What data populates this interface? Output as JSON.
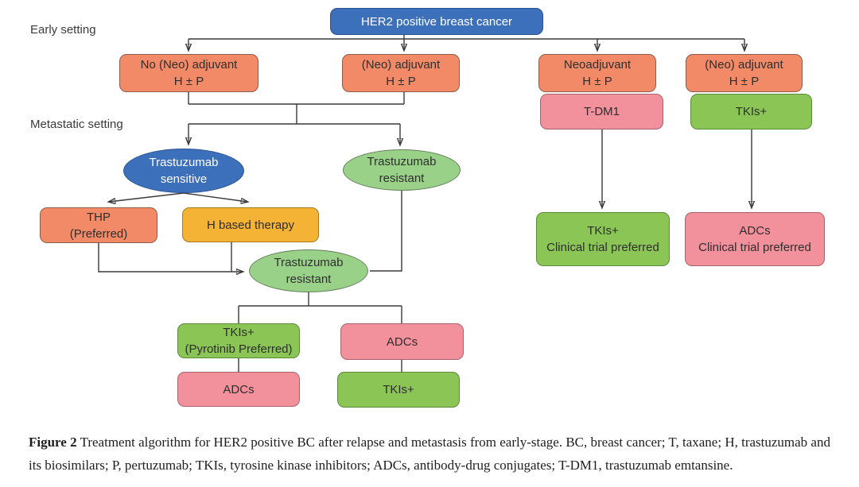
{
  "labels": {
    "early_setting": "Early setting",
    "metastatic_setting": "Metastatic setting"
  },
  "nodes": {
    "her2_root": {
      "text": "HER2 positive breast cancer"
    },
    "no_neo_adjuvant": {
      "line1": "No (Neo) adjuvant",
      "line2": "H ± P"
    },
    "neo_adjuvant_early": {
      "line1": "(Neo) adjuvant",
      "line2": "H ± P"
    },
    "neoadjuvant": {
      "line1": "Neoadjuvant",
      "line2": "H ± P"
    },
    "neo_adjuvant_right": {
      "line1": "(Neo) adjuvant",
      "line2": "H ± P"
    },
    "t_dm1": {
      "text": "T-DM1"
    },
    "tkis_right_top": {
      "text": "TKIs+"
    },
    "trastuzumab_sensitive": {
      "line1": "Trastuzumab",
      "line2": "sensitive"
    },
    "trastuzumab_resistant_upper": {
      "line1": "Trastuzumab",
      "line2": "resistant"
    },
    "thp_preferred": {
      "line1": "THP",
      "line2": "(Preferred)"
    },
    "h_based_therapy": {
      "text": "H based therapy"
    },
    "trastuzumab_resistant_mid": {
      "line1": "Trastuzumab",
      "line2": "resistant"
    },
    "tkis_pyrotinib": {
      "line1": "TKIs+",
      "line2": "(Pyrotinib Preferred)"
    },
    "adcs_mid_right": {
      "text": "ADCs"
    },
    "adcs_bottom_left": {
      "text": "ADCs"
    },
    "tkis_bottom_right": {
      "text": "TKIs+"
    },
    "tkis_clinical_trial": {
      "line1": "TKIs+",
      "line2": "Clinical trial preferred"
    },
    "adcs_clinical_trial": {
      "line1": "ADCs",
      "line2": "Clinical trial preferred"
    }
  },
  "colors": {
    "blue": "#3C70BA",
    "orange": "#F28A67",
    "yellow": "#F5B335",
    "pink": "#F2909B",
    "green": "#8AC556",
    "light_green": "#9AD189",
    "connector_line": "#3A3A3A"
  },
  "caption": {
    "label": "Figure 2",
    "body": "Treatment algorithm for HER2 positive BC after relapse and metastasis from early-stage. BC, breast cancer; T, taxane; H, trastuzumab and its biosimilars; P, pertuzumab; TKIs, tyrosine kinase inhibitors; ADCs, antibody-drug conjugates; T-DM1, trastuzumab emtansine."
  }
}
